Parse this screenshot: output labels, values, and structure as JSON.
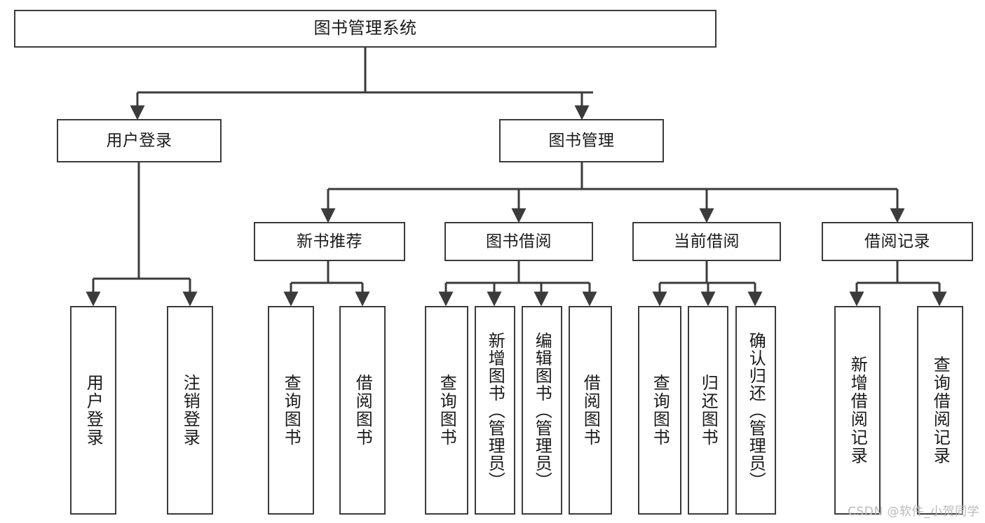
{
  "diagram": {
    "title": "图书管理系统",
    "type": "tree-hierarchy",
    "line_color": "#3b3b3b",
    "box_fill": "#ffffff",
    "text_color": "#1a1a1a",
    "background": "#ffffff"
  },
  "root": {
    "label": "图书管理系统"
  },
  "level2": [
    {
      "label": "用户登录"
    },
    {
      "label": "图书管理"
    }
  ],
  "level3": [
    {
      "label": "新书推荐"
    },
    {
      "label": "图书借阅"
    },
    {
      "label": "当前借阅"
    },
    {
      "label": "借阅记录"
    }
  ],
  "leaves": {
    "user_login": [
      {
        "label": "用户登录"
      },
      {
        "label": "注销登录"
      }
    ],
    "new_book_recommend": [
      {
        "label": "查询图书"
      },
      {
        "label": "借阅图书"
      }
    ],
    "book_borrow": [
      {
        "label": "查询图书"
      },
      {
        "label": "新增图书（管理员）"
      },
      {
        "label": "编辑图书（管理员）"
      },
      {
        "label": "借阅图书"
      }
    ],
    "current_borrow": [
      {
        "label": "查询图书"
      },
      {
        "label": "归还图书"
      },
      {
        "label": "确认归还（管理员）"
      }
    ],
    "borrow_record": [
      {
        "label": "新增借阅记录"
      },
      {
        "label": "查询借阅记录"
      }
    ]
  },
  "watermark": {
    "text": "CSDN @软件_小贺同学"
  }
}
